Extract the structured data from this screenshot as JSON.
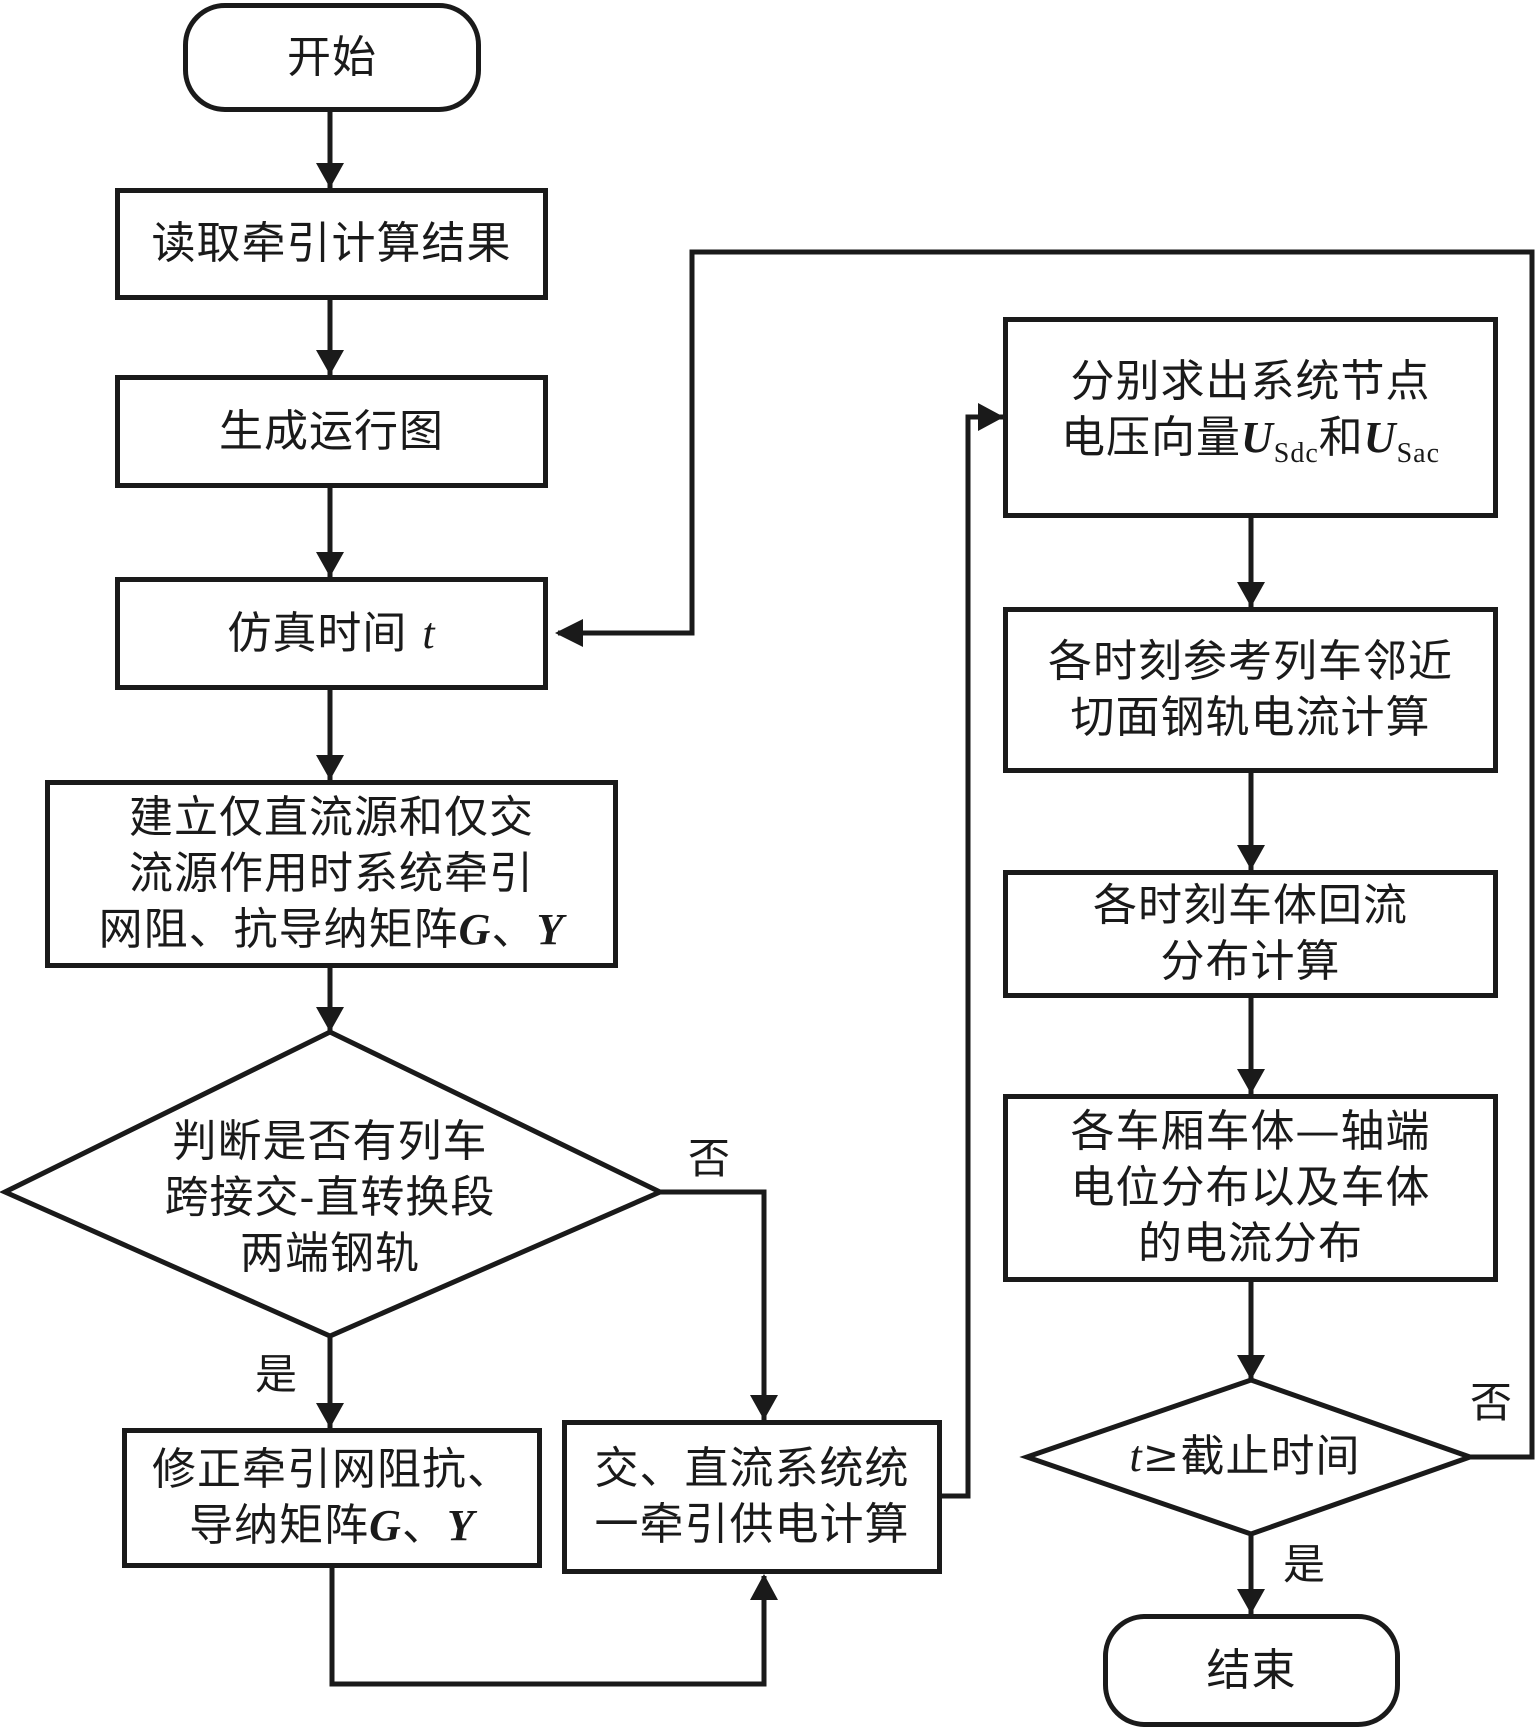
{
  "flowchart": {
    "start": "开始",
    "read_results": "读取牵引计算结果",
    "gen_diagram": "生成运行图",
    "sim_time": {
      "text": "仿真时间 ",
      "var": "t"
    },
    "build_matrix": {
      "line1": "建立仅直流源和仅交",
      "line2": "流源作用时系统牵引",
      "line3_text": "网阻、抗导纳矩阵",
      "var_g": "G",
      "sep": "、",
      "var_y": "Y"
    },
    "decision_cross": {
      "line1": "判断是否有列车",
      "line2": "跨接交-直转换段",
      "line3": "两端钢轨"
    },
    "yes_label": "是",
    "no_label": "否",
    "correct_matrix": {
      "line1": "修正牵引网阻抗、",
      "line2_text": "导纳矩阵",
      "var_g": "G",
      "sep": "、",
      "var_y": "Y"
    },
    "unified_calc": {
      "line1": "交、直流系统统",
      "line2": "一牵引供电计算"
    },
    "node_voltage": {
      "line1": "分别求出系统节点",
      "line2_text": "电压向量",
      "var_u": "U",
      "sub_dc": "Sdc",
      "and": "和",
      "sub_ac": "Sac"
    },
    "rail_current": {
      "line1": "各时刻参考列车邻近",
      "line2": "切面钢轨电流计算"
    },
    "body_return": {
      "line1": "各时刻车体回流",
      "line2": "分布计算"
    },
    "potential_dist": {
      "line1": "各车厢车体—轴端",
      "line2": "电位分布以及车体",
      "line3": "的电流分布"
    },
    "decision_time": {
      "var": "t",
      "text": "≥截止时间"
    },
    "end": "结束",
    "colors": {
      "stroke": "#1a1a1a",
      "background": "#ffffff"
    }
  }
}
